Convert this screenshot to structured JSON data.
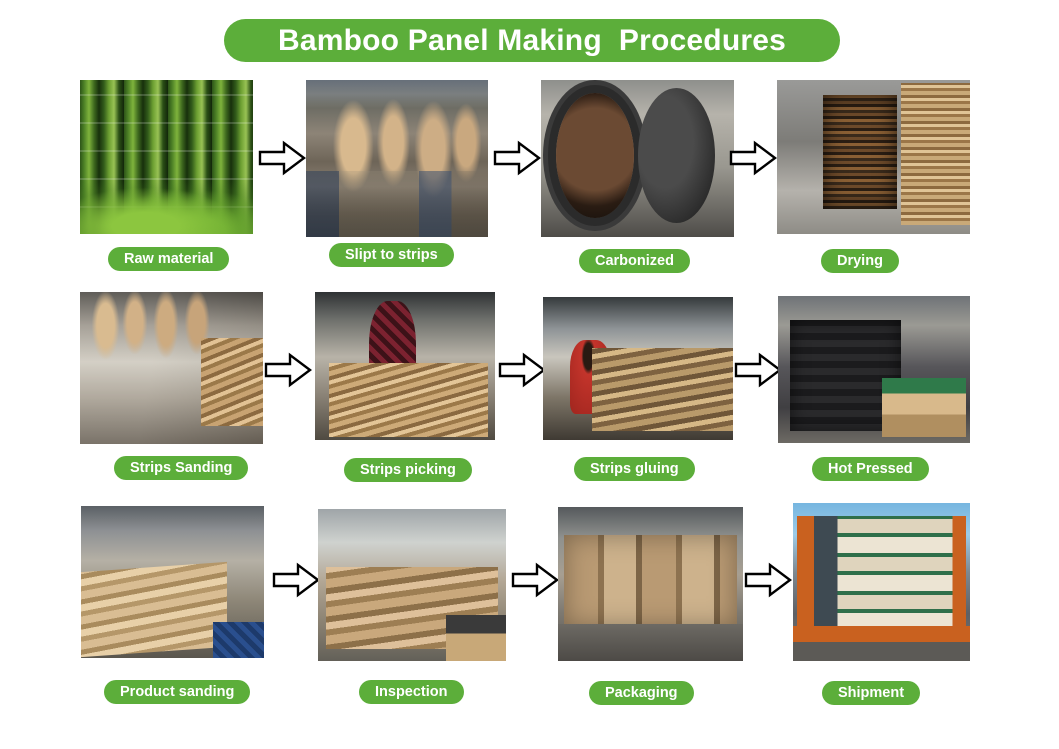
{
  "title": {
    "text": "Bamboo Panel Making  Procedures"
  },
  "colors": {
    "brand_green": "#5CAE3A",
    "title_text": "#FFFFFF",
    "background": "#FFFFFF",
    "arrow_fill": "#FFFFFF",
    "arrow_stroke": "#000000"
  },
  "arrow_icon_name": "right-arrow-icon",
  "rows": [
    {
      "index": 1,
      "steps": [
        {
          "n": 1,
          "label": "Raw material",
          "image_alt": "Green bamboo grove with tall bamboo culms and grass at the base"
        },
        {
          "n": 2,
          "label": "Slipt to strips",
          "image_alt": "Factory hall with hanging curved wooden arms and strip splitting machines"
        },
        {
          "n": 3,
          "label": "Carbonized",
          "image_alt": "Large cylindrical carbonizing tank with open door full of bamboo strips"
        },
        {
          "n": 4,
          "label": "Drying",
          "image_alt": "Drying kiln interior with racks of stacked bamboo strips"
        }
      ]
    },
    {
      "index": 2,
      "steps": [
        {
          "n": 5,
          "label": "Strips Sanding",
          "image_alt": "Row of sanding machines processing bamboo strips in a workshop"
        },
        {
          "n": 6,
          "label": "Strips picking",
          "image_alt": "Woman in red plaid shirt sorting and picking bamboo strips by hand"
        },
        {
          "n": 7,
          "label": "Strips gluing",
          "image_alt": "Worker in a red shirt applying glue to bamboo strips at a bench"
        },
        {
          "n": 8,
          "label": "Hot Pressed",
          "image_alt": "Industrial hot press machine with a finished bamboo panel in front"
        }
      ]
    },
    {
      "index": 3,
      "steps": [
        {
          "n": 9,
          "label": "Product sanding",
          "image_alt": "Stack of sanded bamboo panels beside a wide-belt sanding machine"
        },
        {
          "n": 10,
          "label": "Inspection",
          "image_alt": "Workers inspecting stacks of finished bamboo panels in a warehouse"
        },
        {
          "n": 11,
          "label": "Packaging",
          "image_alt": "Shrink-wrapped and carton-packed pallets of panels stored in warehouse"
        },
        {
          "n": 12,
          "label": "Shipment",
          "image_alt": "Worker loading banded pallets of bamboo panels into a shipping container truck"
        }
      ]
    }
  ]
}
